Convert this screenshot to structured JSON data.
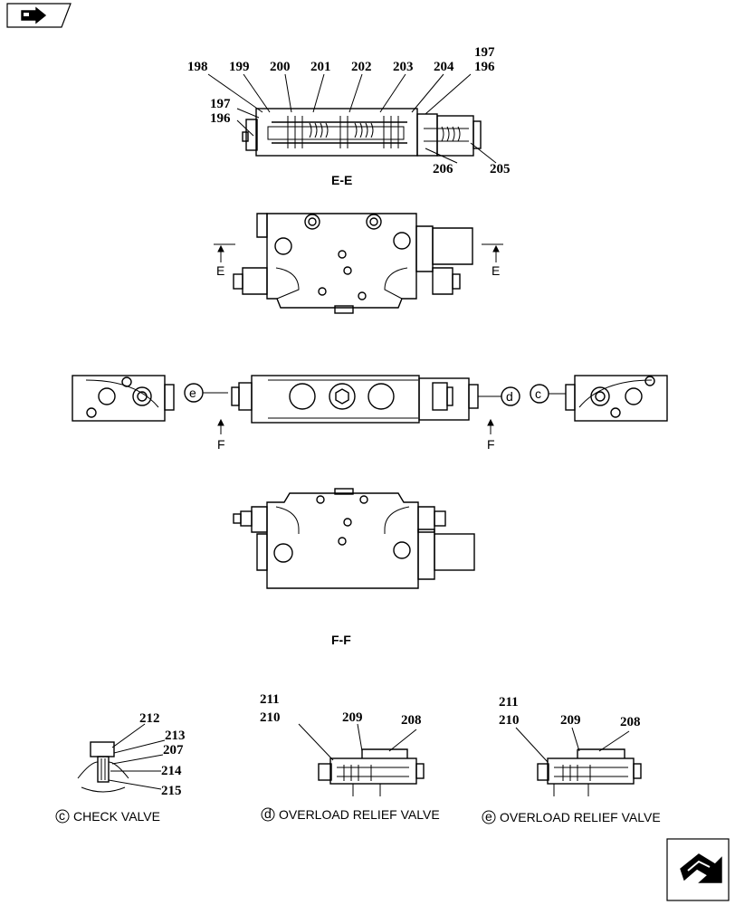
{
  "nav": {
    "top_icon": "folder-arrow-icon",
    "bottom_icon": "next-arrow-icon"
  },
  "sections": {
    "ee": "E-E",
    "ff": "F-F",
    "e_mark": "E",
    "f_mark": "F"
  },
  "callouts": {
    "c": "c",
    "d": "d",
    "e": "e"
  },
  "part_numbers": {
    "p196": "196",
    "p197": "197",
    "p198": "198",
    "p199": "199",
    "p200": "200",
    "p201": "201",
    "p202": "202",
    "p203": "203",
    "p204": "204",
    "p205": "205",
    "p206": "206",
    "p207": "207",
    "p208": "208",
    "p209": "209",
    "p210": "210",
    "p211": "211",
    "p212": "212",
    "p213": "213",
    "p214": "214",
    "p215": "215"
  },
  "captions": {
    "check_valve": "CHECK VALVE",
    "overload_relief_valve_d": "OVERLOAD RELIEF VALVE",
    "overload_relief_valve_e": "OVERLOAD RELIEF VALVE"
  }
}
